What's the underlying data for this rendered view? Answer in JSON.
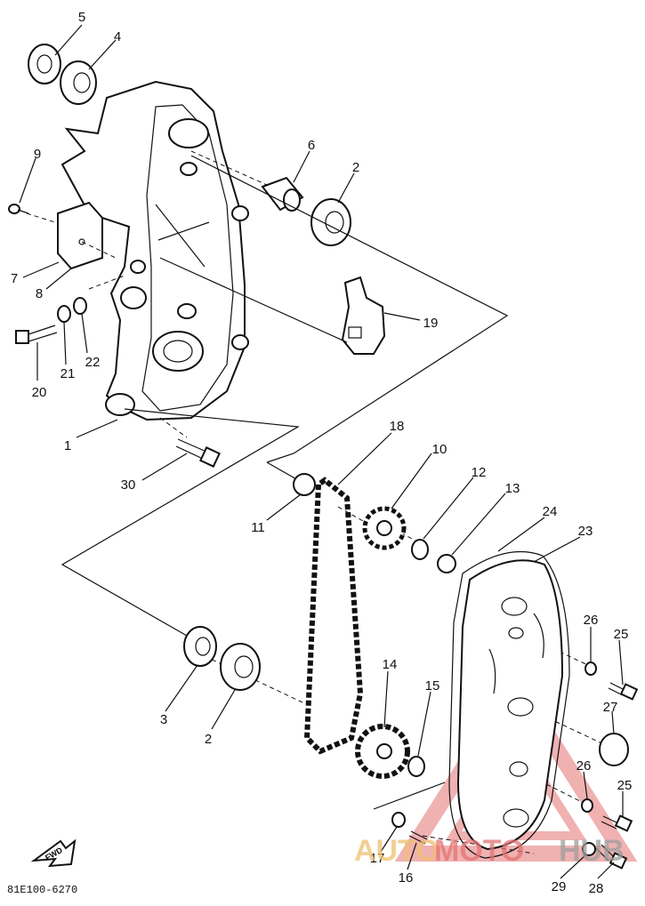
{
  "diagram_code": "81E100-6270",
  "fwd_label": "FWD",
  "watermark": {
    "part1": "AUTO",
    "part2": "MOTO",
    "part3": "HUB",
    "color1": "#f0c070",
    "color2": "#e57373",
    "color3": "#9e9e9e"
  },
  "callouts": [
    "5",
    "4",
    "9",
    "6",
    "2",
    "7",
    "8",
    "19",
    "21",
    "22",
    "20",
    "1",
    "30",
    "18",
    "10",
    "12",
    "13",
    "24",
    "23",
    "11",
    "26",
    "25",
    "3",
    "14",
    "15",
    "27",
    "2",
    "26",
    "25",
    "17",
    "16",
    "29",
    "28"
  ]
}
